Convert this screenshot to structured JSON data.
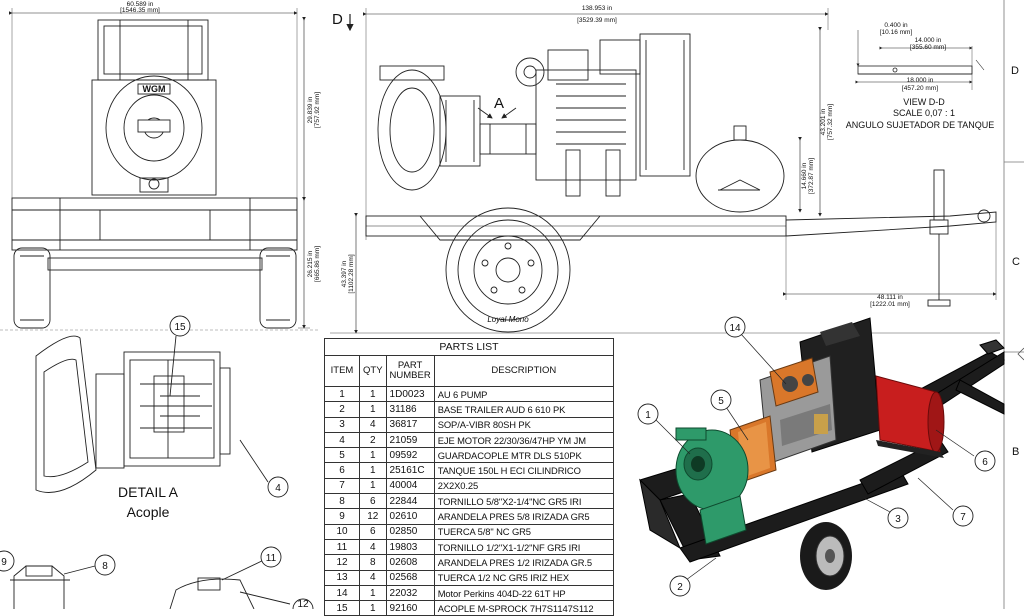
{
  "front_view": {
    "width_dim": "60.589 in",
    "width_dim_mm": "[1546.35 mm]",
    "height_dim_upper": "29.839 in",
    "height_dim_upper_mm": "[757.92 mm]",
    "height_dim_lower": "26.215 in",
    "height_dim_lower_mm": "[665.86 mm]",
    "brand_text": "WGM"
  },
  "side_view": {
    "section_letter": "D",
    "length_dim": "138.953 in",
    "length_dim_mm": "[3529.39 mm]",
    "total_height_dim": "43.397 in",
    "total_height_dim_mm": "[1102.28 mm]",
    "engine_height_dim": "43.201 in",
    "engine_height_dim_mm": "[757.32 mm]",
    "tank_height_dim": "14.660 in",
    "tank_height_dim_mm": "[372.87 mm]",
    "tongue_dim": "48.111 in",
    "tongue_dim_mm": "[1222.01 mm]",
    "detail_marker": "A",
    "tire_text": "Loyal Mono"
  },
  "view_dd": {
    "dim1": "0.400 in",
    "dim1_mm": "[10.16 mm]",
    "dim2": "14.000 in",
    "dim2_mm": "[355.60 mm]",
    "dim3": "18.000 in",
    "dim3_mm": "[457.20 mm]",
    "title": "VIEW D-D",
    "scale": "SCALE 0,07 : 1",
    "caption": "ANGULO SUJETADOR DE TANQUE"
  },
  "frame_zones": [
    "D",
    "C",
    "B"
  ],
  "detail": {
    "title": "DETAIL  A",
    "subtitle": "Acople",
    "callout_top": "15",
    "callout_side": "4"
  },
  "bottom_callouts": [
    "9",
    "8",
    "11",
    "12"
  ],
  "iso_callouts": [
    "14",
    "1",
    "5",
    "6",
    "3",
    "7",
    "2"
  ],
  "parts_list": {
    "title": "PARTS LIST",
    "headers": {
      "item": "ITEM",
      "qty": "QTY",
      "part_number": "PART NUMBER",
      "description": "DESCRIPTION"
    },
    "rows": [
      {
        "item": "1",
        "qty": "1",
        "part": "1D0023",
        "desc": "AU 6 PUMP"
      },
      {
        "item": "2",
        "qty": "1",
        "part": "31186",
        "desc": "BASE TRAILER AUD 6 610 PK"
      },
      {
        "item": "3",
        "qty": "4",
        "part": "36817",
        "desc": "SOP/A-VIBR 80SH PK"
      },
      {
        "item": "4",
        "qty": "2",
        "part": "21059",
        "desc": "EJE MOTOR 22/30/36/47HP YM JM"
      },
      {
        "item": "5",
        "qty": "1",
        "part": "09592",
        "desc": "GUARDACOPLE MTR DLS 510PK"
      },
      {
        "item": "6",
        "qty": "1",
        "part": "25161C",
        "desc": "TANQUE 150L H ECI CILINDRICO"
      },
      {
        "item": "7",
        "qty": "1",
        "part": "40004",
        "desc": "2X2X0.25"
      },
      {
        "item": "8",
        "qty": "6",
        "part": "22844",
        "desc": "TORNILLO 5/8\"X2-1/4\"NC GR5 IRI"
      },
      {
        "item": "9",
        "qty": "12",
        "part": "02610",
        "desc": "ARANDELA PRES 5/8 IRIZADA GR5"
      },
      {
        "item": "10",
        "qty": "6",
        "part": "02850",
        "desc": "TUERCA 5/8\" NC GR5"
      },
      {
        "item": "11",
        "qty": "4",
        "part": "19803",
        "desc": "TORNILLO 1/2\"X1-1/2\"NF GR5 IRI"
      },
      {
        "item": "12",
        "qty": "8",
        "part": "02608",
        "desc": "ARANDELA PRES 1/2 IRIZADA GR.5"
      },
      {
        "item": "13",
        "qty": "4",
        "part": "02568",
        "desc": "TUERCA 1/2 NC GR5 IRIZ HEX"
      },
      {
        "item": "14",
        "qty": "1",
        "part": "22032",
        "desc": "Motor Perkins 404D-22 61T HP"
      },
      {
        "item": "15",
        "qty": "1",
        "part": "92160",
        "desc": "ACOPLE M-SPROCK 7H7S1147S112"
      }
    ]
  },
  "colors": {
    "pump": "#2e9a6a",
    "tank": "#c81e1e",
    "coupling": "#d9772a",
    "frame": "#1c1c1c"
  }
}
